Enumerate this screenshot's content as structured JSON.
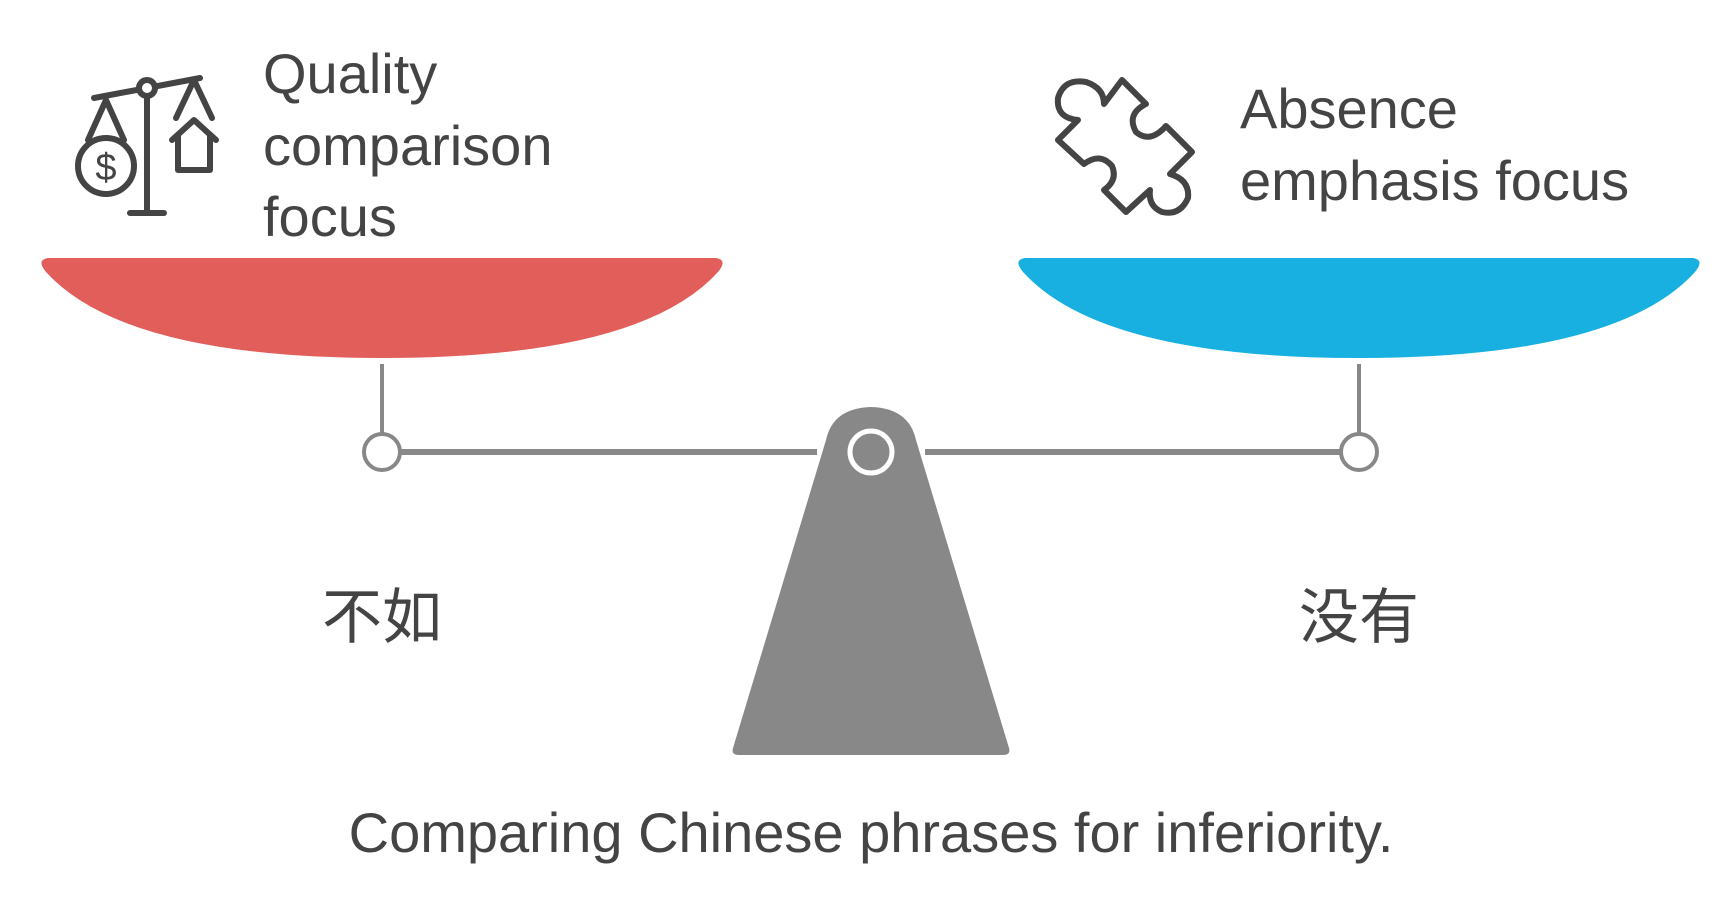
{
  "left": {
    "heading_lines": [
      "Quality",
      "comparison",
      "focus"
    ],
    "phrase": "不如",
    "icon": "balance-scale-icon",
    "color": "#E25E5B"
  },
  "right": {
    "heading_lines": [
      "Absence",
      "emphasis focus"
    ],
    "phrase": "没有",
    "icon": "puzzle-piece-icon",
    "color": "#17B0E1"
  },
  "caption": "Comparing Chinese phrases for inferiority.",
  "colors": {
    "beam": "#888888",
    "text": "#444444"
  }
}
